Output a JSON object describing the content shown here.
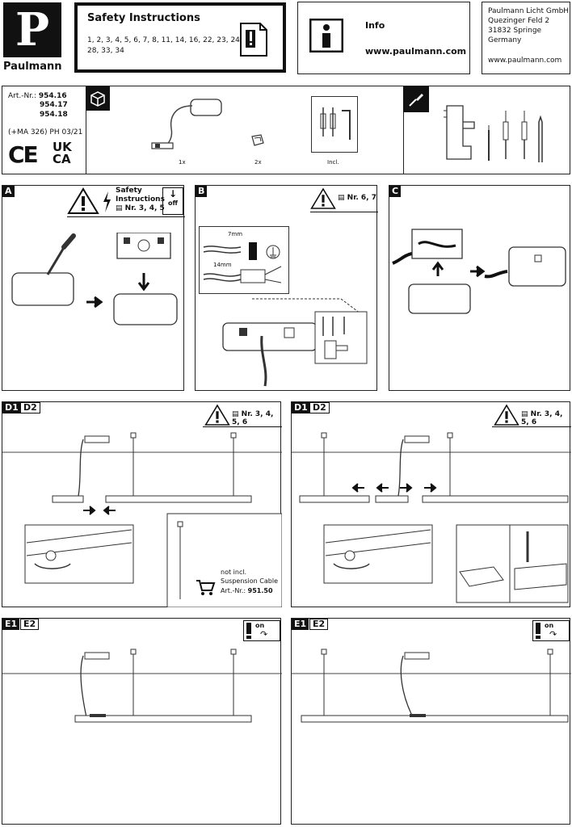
{
  "brand": {
    "logo_letter": "P",
    "name": "Paulmann"
  },
  "safety": {
    "title": "Safety Instructions",
    "numbers_line1": "1, 2, 3, 4, 5, 6, 7, 8, 11, 14, 16, 22, 23, 24,",
    "numbers_line2": "28, 33, 34"
  },
  "info": {
    "title": "Info",
    "url": "www.paulmann.com"
  },
  "address": {
    "line1": "Paulmann Licht GmbH",
    "line2": "Quezinger Feld 2",
    "line3": "31832 Springe",
    "line4": "Germany",
    "url": "www.paulmann.com"
  },
  "article": {
    "label": "Art.-Nr.:",
    "nr1": "954.16",
    "nr2": "954.17",
    "nr3": "954.18",
    "code": "(+MA 326) PH 03/21"
  },
  "marks": {
    "ce": "CE",
    "ukca_top": "UK",
    "ukca_bottom": "CA"
  },
  "contents": {
    "qty1": "1x",
    "qty2": "2x",
    "incl": "Incl."
  },
  "stepA": {
    "label": "A",
    "safety_title_1": "Safety",
    "safety_title_2": "Instructions",
    "nr": "Nr. 3, 4, 5",
    "off": "off"
  },
  "stepB": {
    "label": "B",
    "nr": "Nr. 6, 7",
    "dim1": "7mm",
    "dim2": "14mm"
  },
  "stepC": {
    "label": "C"
  },
  "stepD_left": {
    "l1": "D1",
    "l2": "D2",
    "nr": "Nr. 3, 4, 5, 6",
    "not_incl": "not incl.",
    "cable": "Suspension Cable",
    "art": "Art.-Nr.:",
    "art_nr": "951.50"
  },
  "stepD_right": {
    "l1": "D1",
    "l2": "D2",
    "nr": "Nr. 3, 4, 5, 6"
  },
  "stepE_left": {
    "l1": "E1",
    "l2": "E2",
    "on": "on"
  },
  "stepE_right": {
    "l1": "E1",
    "l2": "E2",
    "on": "on"
  }
}
